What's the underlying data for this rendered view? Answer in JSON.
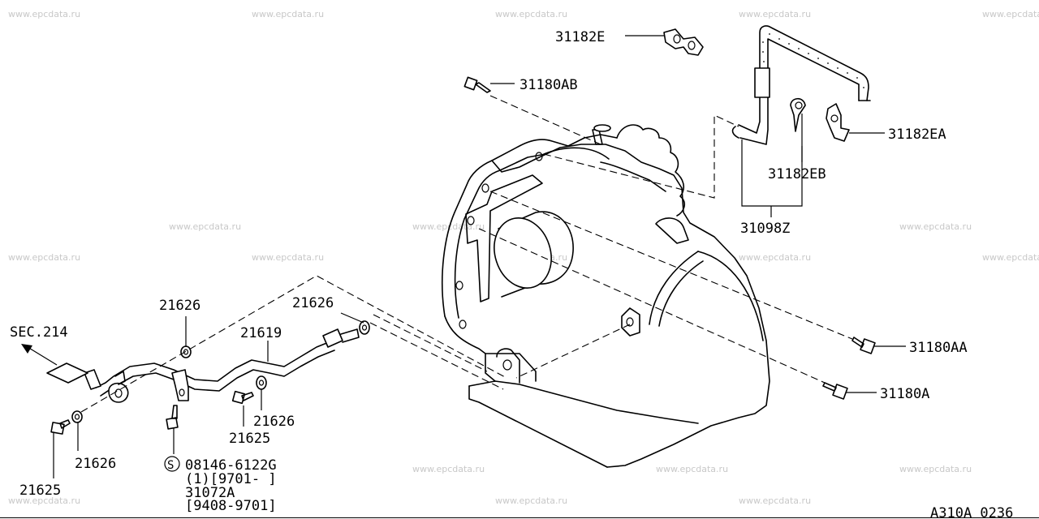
{
  "watermark": "www.epcdata.ru",
  "callouts": {
    "c31182E": "31182E",
    "c31180AB": "31180AB",
    "c31182EA": "31182EA",
    "c31182EB": "31182EB",
    "c31098Z": "31098Z",
    "c31180AA": "31180AA",
    "c31180A": "31180A",
    "c21626_top": "21626",
    "c21626_right": "21626",
    "c21619": "21619",
    "sec214": "SEC.214",
    "c21626_mid": "21626",
    "c21625_mid": "21625",
    "c21626_left": "21626",
    "c21625_left": "21625",
    "bolt_code": "08146-6122G",
    "bolt_qty": "(1)[9701-    ]",
    "c31072A": "31072A",
    "date_range": "[9408-9701]",
    "bolt_symbol": "S"
  },
  "diagram_code": "A310A 0236"
}
